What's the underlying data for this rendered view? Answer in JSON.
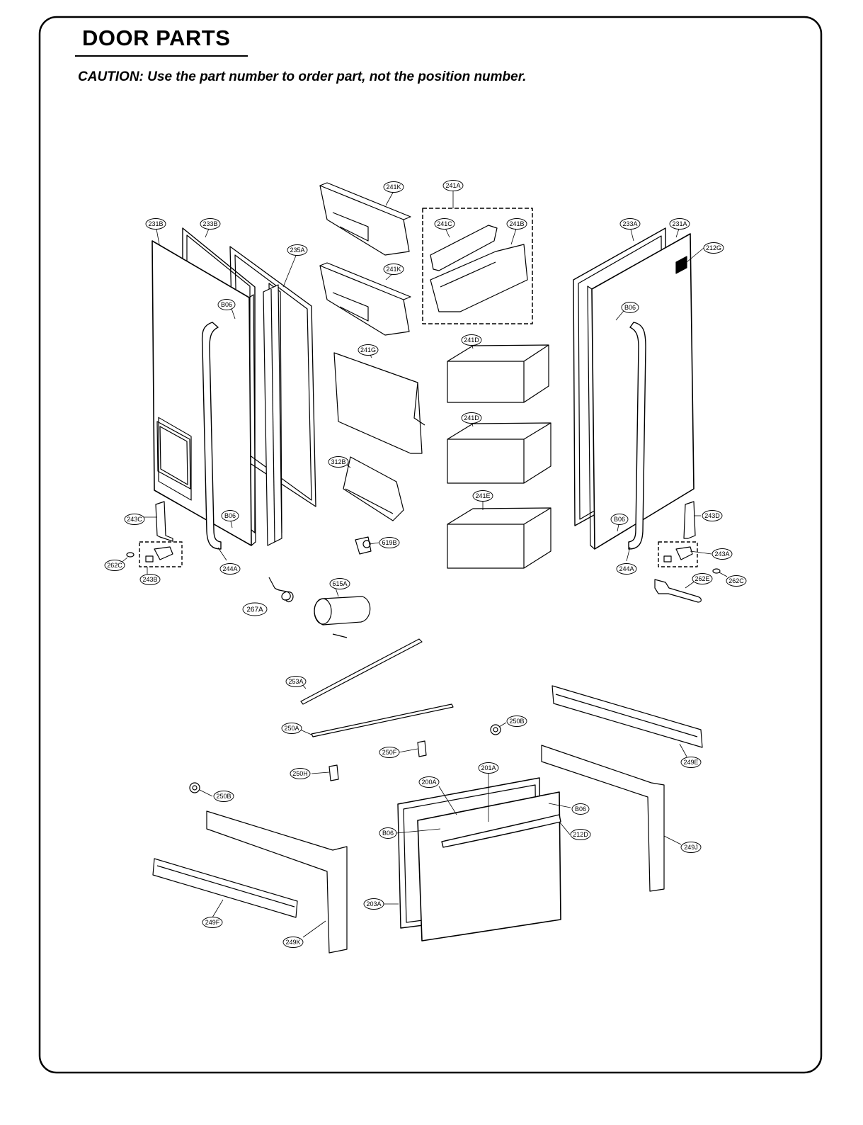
{
  "header": {
    "title": "DOOR PARTS",
    "caution": "CAUTION: Use the part number to order part, not the position number."
  },
  "callouts": [
    {
      "id": "c-241K-1",
      "label": "241K"
    },
    {
      "id": "c-241A",
      "label": "241A"
    },
    {
      "id": "c-231B",
      "label": "231B"
    },
    {
      "id": "c-233B",
      "label": "233B"
    },
    {
      "id": "c-235A",
      "label": "235A"
    },
    {
      "id": "c-241K-2",
      "label": "241K"
    },
    {
      "id": "c-241C",
      "label": "241C"
    },
    {
      "id": "c-241B",
      "label": "241B"
    },
    {
      "id": "c-233A",
      "label": "233A"
    },
    {
      "id": "c-231A",
      "label": "231A"
    },
    {
      "id": "c-212G",
      "label": "212G"
    },
    {
      "id": "c-B06-1",
      "label": "B06"
    },
    {
      "id": "c-B06-2",
      "label": "B06"
    },
    {
      "id": "c-241G",
      "label": "241G"
    },
    {
      "id": "c-241D-1",
      "label": "241D"
    },
    {
      "id": "c-241D-2",
      "label": "241D"
    },
    {
      "id": "c-312B",
      "label": "312B"
    },
    {
      "id": "c-241E",
      "label": "241E"
    },
    {
      "id": "c-243C",
      "label": "243C"
    },
    {
      "id": "c-B06-3",
      "label": "B06"
    },
    {
      "id": "c-B06-4",
      "label": "B06"
    },
    {
      "id": "c-243D",
      "label": "243D"
    },
    {
      "id": "c-619B",
      "label": "619B"
    },
    {
      "id": "c-262C-1",
      "label": "262C"
    },
    {
      "id": "c-244A-1",
      "label": "244A"
    },
    {
      "id": "c-243A",
      "label": "243A"
    },
    {
      "id": "c-244A-2",
      "label": "244A"
    },
    {
      "id": "c-262E",
      "label": "262E"
    },
    {
      "id": "c-262C-2",
      "label": "262C"
    },
    {
      "id": "c-243B",
      "label": "243B"
    },
    {
      "id": "c-615A",
      "label": "615A"
    },
    {
      "id": "c-267A",
      "label": "267A"
    },
    {
      "id": "c-253A",
      "label": "253A"
    },
    {
      "id": "c-250A",
      "label": "250A"
    },
    {
      "id": "c-250B-1",
      "label": "250B"
    },
    {
      "id": "c-250F",
      "label": "250F"
    },
    {
      "id": "c-249E",
      "label": "249E"
    },
    {
      "id": "c-250H",
      "label": "250H"
    },
    {
      "id": "c-201A",
      "label": "201A"
    },
    {
      "id": "c-200A",
      "label": "200A"
    },
    {
      "id": "c-250B-2",
      "label": "250B"
    },
    {
      "id": "c-B06-5",
      "label": "B06"
    },
    {
      "id": "c-B06-6",
      "label": "B06"
    },
    {
      "id": "c-212D",
      "label": "212D"
    },
    {
      "id": "c-249J",
      "label": "249J"
    },
    {
      "id": "c-203A",
      "label": "203A"
    },
    {
      "id": "c-249F",
      "label": "249F"
    },
    {
      "id": "c-249K",
      "label": "249K"
    }
  ]
}
